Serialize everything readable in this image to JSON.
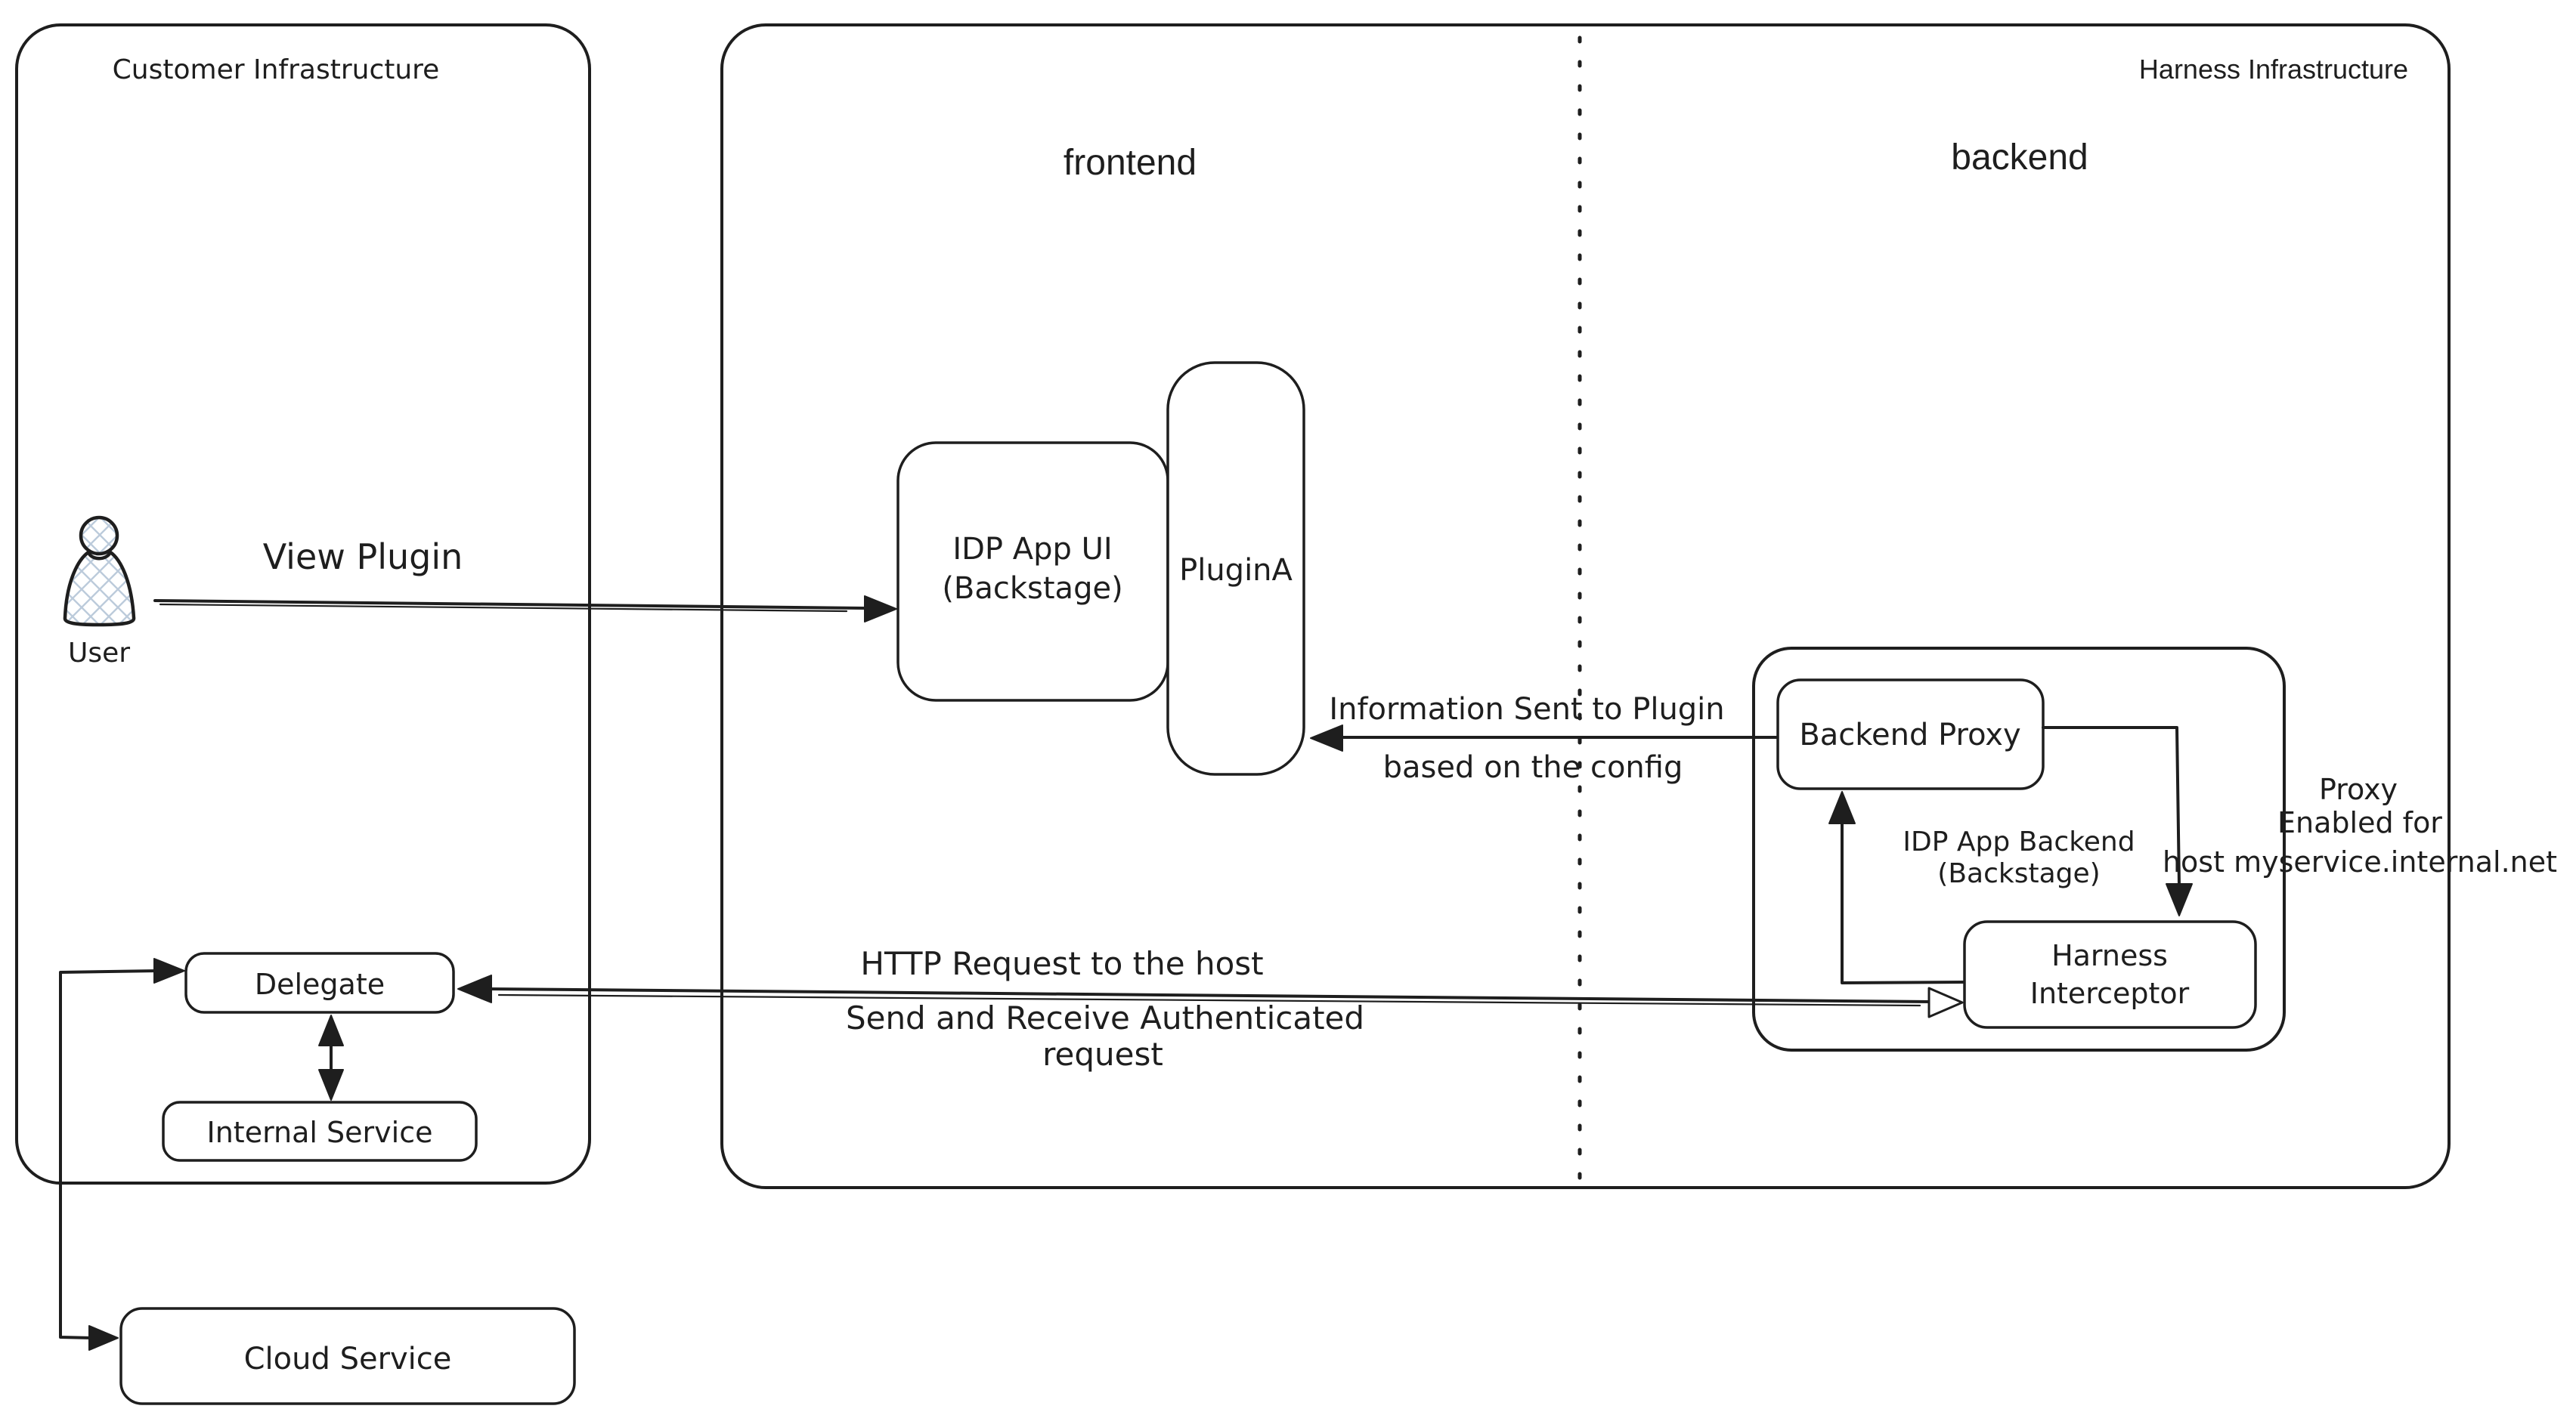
{
  "diagram": {
    "customer": {
      "title": "Customer Infrastructure",
      "user_label": "User",
      "delegate_label": "Delegate",
      "internal_service_label": "Internal Service",
      "cloud_service_label": "Cloud Service"
    },
    "harness": {
      "title": "Harness Infrastructure",
      "frontend_label": "frontend",
      "backend_label": "backend",
      "idp_app_ui_line1": "IDP App UI",
      "idp_app_ui_line2": "(Backstage)",
      "plugin_a_label": "PluginA",
      "backend_proxy_label": "Backend Proxy",
      "interceptor_line1": "Harness",
      "interceptor_line2": "Interceptor",
      "idp_backend_line1": "IDP App Backend",
      "idp_backend_line2": "(Backstage)",
      "proxy_note_line1": "Proxy",
      "proxy_note_line2": "Enabled for",
      "proxy_note_line3": "host myservice.internal.net"
    },
    "arrows": {
      "view_plugin": "View Plugin",
      "info_sent_line1": "Information Sent to Plugin",
      "info_sent_line2": "based on the config",
      "http_request": "HTTP Request to the host",
      "auth_line1": "Send and Receive Authenticated",
      "auth_line2": "request"
    },
    "colors": {
      "service_fill": "#a6d6f5",
      "stroke": "#1e1e1e",
      "background": "#ffffff"
    }
  }
}
